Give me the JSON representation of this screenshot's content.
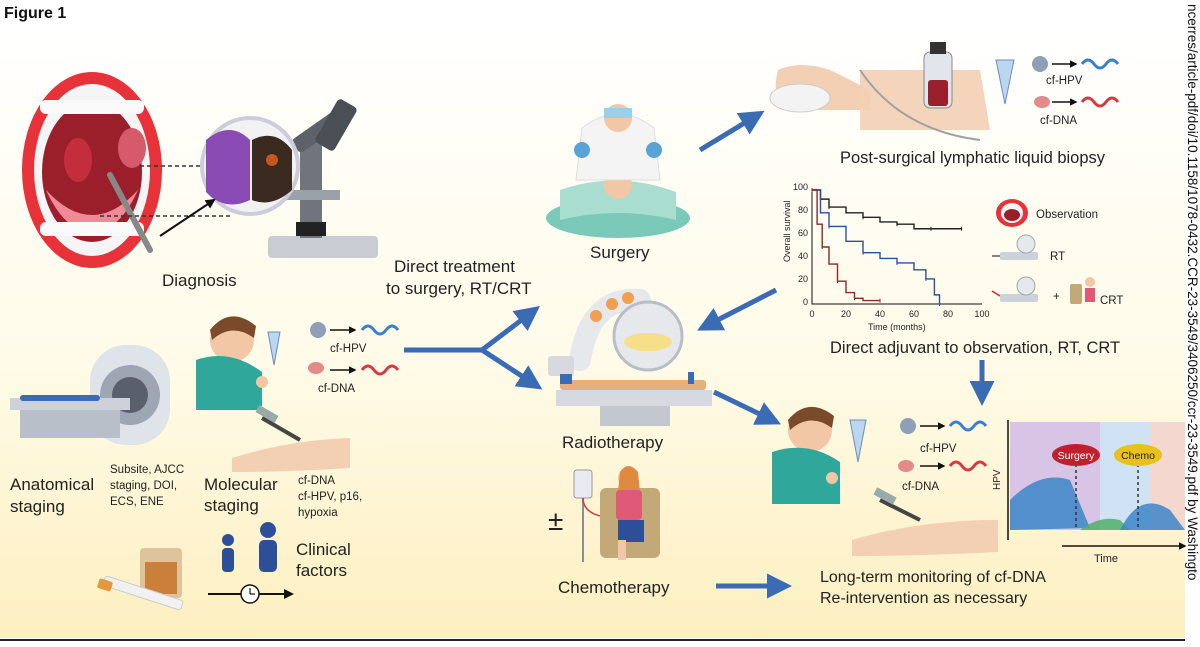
{
  "figure_label": "Figure 1",
  "side_watermark": "ncerres/article-pdf/doi/10.1158/1078-0432.CCR-23-3549/3406250/ccr-23-3549.pdf by Washingto",
  "nodes": {
    "diagnosis": "Diagnosis",
    "anatomical_staging_1": "Anatomical",
    "anatomical_staging_2": "staging",
    "anatomical_details": [
      "Subsite, AJCC",
      "staging, DOI,",
      "ECS, ENE"
    ],
    "molecular_staging_1": "Molecular",
    "molecular_staging_2": "staging",
    "molecular_details": [
      "cf-DNA",
      "cf-HPV, p16,",
      "hypoxia"
    ],
    "clinical_factors_1": "Clinical",
    "clinical_factors_2": "factors",
    "direct_treatment_1": "Direct treatment",
    "direct_treatment_2": "to surgery, RT/CRT",
    "surgery": "Surgery",
    "radiotherapy": "Radiotherapy",
    "plus_minus": "±",
    "chemotherapy": "Chemotherapy",
    "post_surgical": "Post-surgical lymphatic liquid biopsy",
    "direct_adjuvant": "Direct adjuvant to observation, RT, CRT",
    "monitoring_1": "Long-term monitoring of cf-DNA",
    "monitoring_2": "Re-intervention as necessary",
    "cf_hpv": "cf-HPV",
    "cf_dna": "cf-DNA"
  },
  "survival_chart": {
    "ylabel": "Overall survival",
    "xlabel": "Time (months)",
    "x_ticks": [
      "0",
      "20",
      "40",
      "60",
      "80",
      "100"
    ],
    "y_ticks": [
      "0",
      "20",
      "40",
      "60",
      "80",
      "100"
    ],
    "legend": {
      "observation": "Observation",
      "rt": "RT",
      "crt": "CRT",
      "plus": "+"
    }
  },
  "hpv_chart": {
    "ylabel": "HPV",
    "xlabel": "Time",
    "surgery_tag": "Surgery",
    "chemo_tag": "Chemo"
  },
  "colors": {
    "arrow": "#3a6bb5",
    "background_warm": "#fdf3cf",
    "hpv_helix": "#3b7fd0",
    "dna_helix": "#d23b45",
    "obs_curve": "#222222",
    "rt_curve": "#2d4f9a",
    "crt_curve": "#8b2a2a"
  },
  "chart_data": {
    "type": "line",
    "x": [
      0,
      10,
      20,
      30,
      40,
      50,
      60,
      70,
      80,
      90,
      100
    ],
    "xlabel": "Time (months)",
    "ylabel": "Overall survival",
    "xlim": [
      0,
      100
    ],
    "ylim": [
      0,
      100
    ],
    "series": [
      {
        "name": "Observation",
        "points": [
          [
            0,
            100
          ],
          [
            5,
            92
          ],
          [
            10,
            85
          ],
          [
            20,
            80
          ],
          [
            30,
            76
          ],
          [
            40,
            72
          ],
          [
            50,
            70
          ],
          [
            60,
            66
          ],
          [
            70,
            66
          ],
          [
            80,
            66
          ],
          [
            88,
            66
          ]
        ]
      },
      {
        "name": "RT",
        "points": [
          [
            0,
            100
          ],
          [
            5,
            80
          ],
          [
            10,
            68
          ],
          [
            20,
            55
          ],
          [
            30,
            45
          ],
          [
            40,
            40
          ],
          [
            50,
            36
          ],
          [
            60,
            30
          ],
          [
            67,
            22
          ],
          [
            72,
            8
          ],
          [
            75,
            0
          ]
        ]
      },
      {
        "name": "CRT",
        "points": [
          [
            0,
            100
          ],
          [
            3,
            70
          ],
          [
            6,
            50
          ],
          [
            10,
            35
          ],
          [
            15,
            20
          ],
          [
            20,
            10
          ],
          [
            25,
            5
          ],
          [
            30,
            3
          ],
          [
            40,
            3
          ]
        ]
      }
    ],
    "grid": false,
    "legend": "right"
  }
}
